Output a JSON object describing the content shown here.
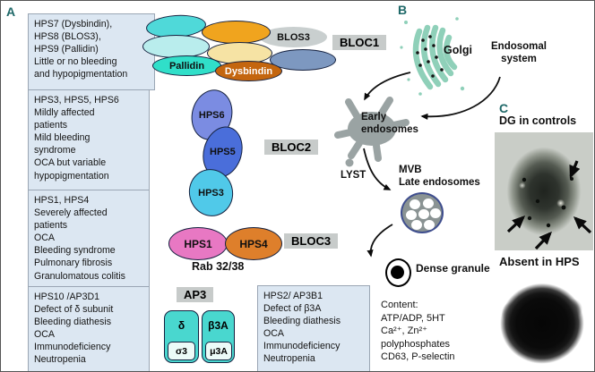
{
  "panel_labels": {
    "a": "A",
    "b": "B",
    "c": "C"
  },
  "left_boxes": [
    {
      "lines": [
        "HPS7 (Dysbindin),",
        "HPS8 (BLOS3),",
        "HPS9 (Pallidin)",
        "Little or no bleeding",
        "and hypopigmentation"
      ]
    },
    {
      "lines": [
        "HPS3, HPS5, HPS6",
        "Mildly affected",
        "patients",
        "Mild bleeding",
        "syndrome",
        "OCA but variable",
        "hypopigmentation"
      ]
    },
    {
      "lines": [
        "HPS1, HPS4",
        "Severely affected",
        "patients",
        "OCA",
        "Bleeding syndrome",
        "Pulmonary fibrosis",
        "Granulomatous colitis"
      ]
    },
    {
      "lines": [
        "HPS10 /AP3D1",
        "Defect of δ subunit",
        "Bleeding diathesis",
        "OCA",
        "Immunodeficiency",
        "Neutropenia"
      ]
    }
  ],
  "hps2_box": {
    "lines": [
      "HPS2/ AP3B1",
      "Defect of β3A",
      "Bleeding diathesis",
      "OCA",
      "Immunodeficiency",
      "Neutropenia"
    ]
  },
  "bloc1": {
    "label": "BLOC1",
    "pallidin": "Pallidin",
    "dysbindin": "Dysbindin",
    "blos3": "BLOS3"
  },
  "bloc2": {
    "label": "BLOC2",
    "hps6": "HPS6",
    "hps5": "HPS5",
    "hps3": "HPS3"
  },
  "bloc3": {
    "label": "BLOC3",
    "hps1": "HPS1",
    "hps4": "HPS4",
    "rab": "Rab 32/38"
  },
  "ap3": {
    "label": "AP3",
    "delta": "δ",
    "sigma3": "σ3",
    "beta3a": "β3A",
    "mu3a": "μ3A"
  },
  "pathway": {
    "golgi": "Golgi",
    "endosomal_line1": "Endosomal",
    "endosomal_line2": "system",
    "early_line1": "Early",
    "early_line2": "endosomes",
    "lyst": "LYST",
    "mvb": "MVB",
    "late_endosomes": "Late endosomes",
    "dense_granule": "Dense granule",
    "content_lines": [
      "Content:",
      "ATP/ADP, 5HT",
      "Ca²⁺, Zn²⁺",
      "polyphosphates",
      "CD63, P-selectin"
    ]
  },
  "panel_c": {
    "dg_controls": "DG in controls",
    "absent": "Absent in HPS"
  },
  "colors": {
    "panel_letter": "#1e6868",
    "box_bg": "#dce7f2",
    "box_border": "#9aa6b4",
    "label_bg": "#c7cbca",
    "cyan": "#4fd9d9",
    "pale_cyan": "#b9eded",
    "pallidin_teal": "#30dfc9",
    "orange": "#f0a41e",
    "pale_yellow": "#f6e3a4",
    "dysbindin_orange": "#c4660f",
    "blos3_gray": "#c9cfcf",
    "blue_gray": "#7d98c0",
    "hps6_periwinkle": "#7b8ce2",
    "hps5_blue": "#4a6eda",
    "hps3_cyan": "#50c9e9",
    "hps1_pink": "#e878c3",
    "hps4_orange": "#de7f2b",
    "ap3_teal": "#49d7cf",
    "golgi_teal": "#8fd0b9",
    "endosome_gray": "#9aa3a3",
    "mvb_border_blue": "#3f4e8e"
  }
}
